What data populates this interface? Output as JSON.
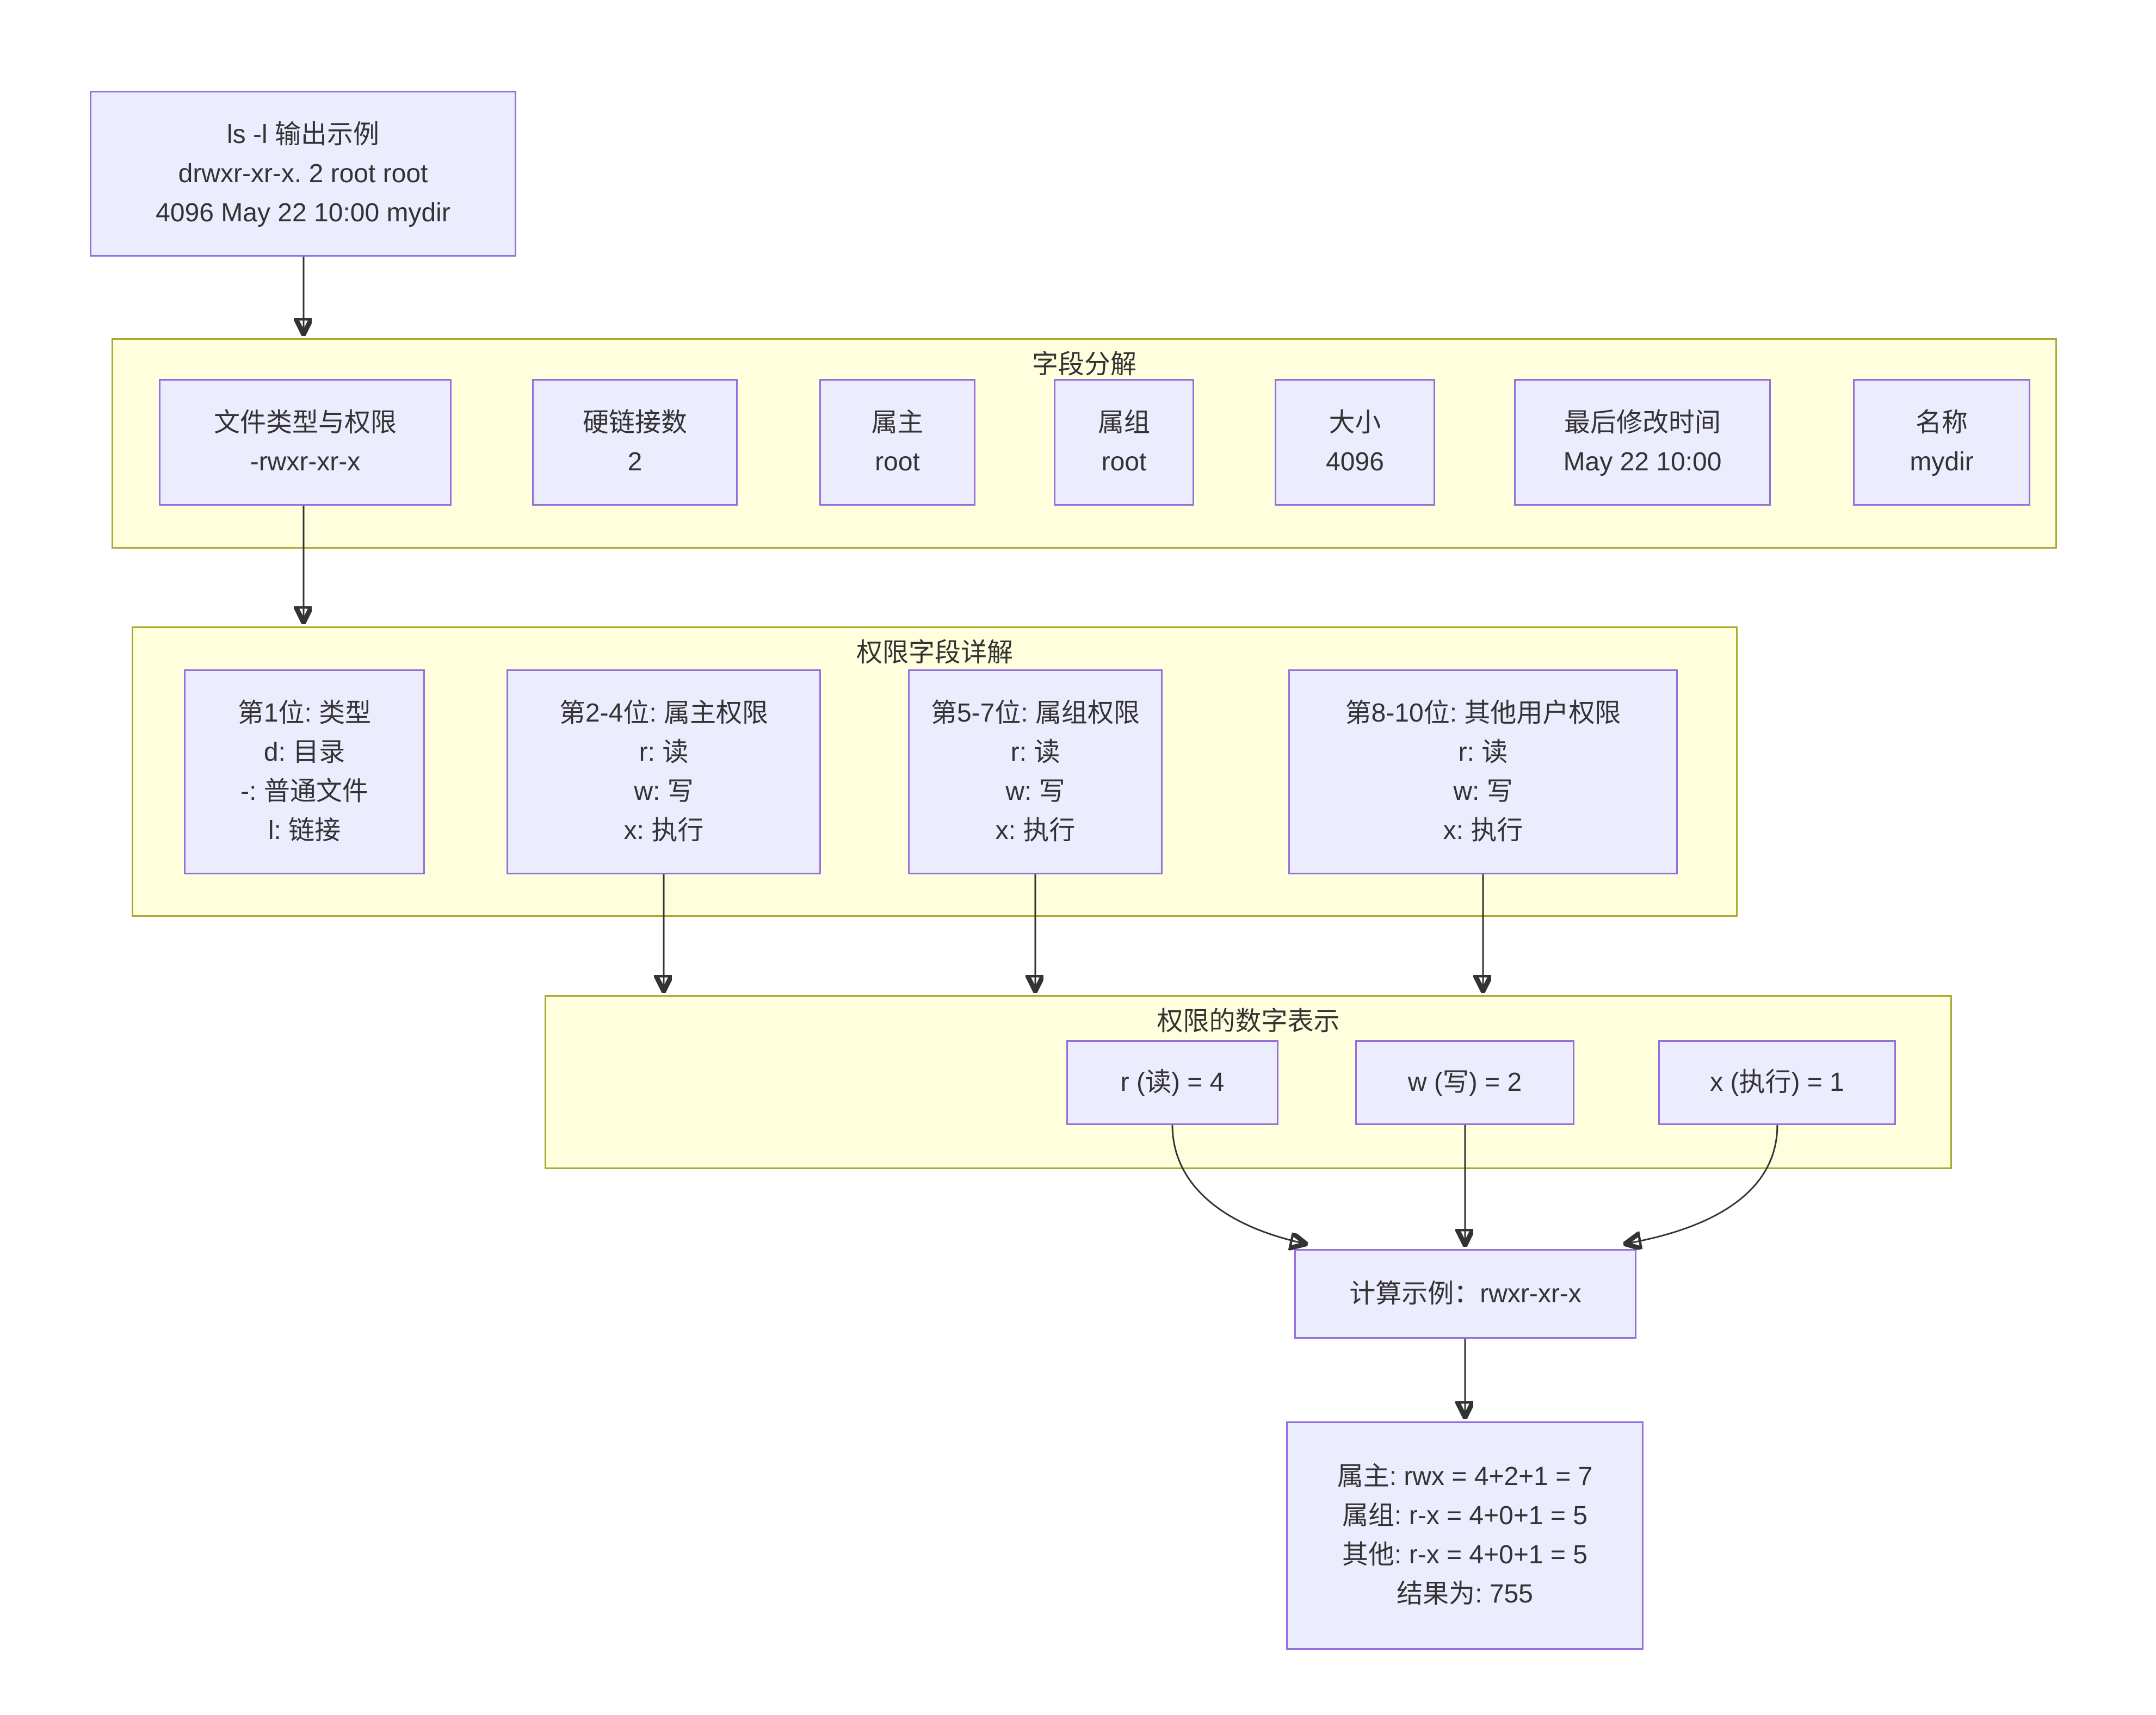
{
  "diagram": {
    "top_node": {
      "lines": [
        "ls -l 输出示例",
        "drwxr-xr-x. 2 root root",
        "4096 May 22 10:00 mydir"
      ]
    },
    "clusters": [
      {
        "title": "字段分解",
        "nodes": [
          {
            "lines": [
              "文件类型与权限",
              "-rwxr-xr-x"
            ]
          },
          {
            "lines": [
              "硬链接数",
              "2"
            ]
          },
          {
            "lines": [
              "属主",
              "root"
            ]
          },
          {
            "lines": [
              "属组",
              "root"
            ]
          },
          {
            "lines": [
              "大小",
              "4096"
            ]
          },
          {
            "lines": [
              "最后修改时间",
              "May 22 10:00"
            ]
          },
          {
            "lines": [
              "名称",
              "mydir"
            ]
          }
        ]
      },
      {
        "title": "权限字段详解",
        "nodes": [
          {
            "lines": [
              "第1位: 类型",
              "d: 目录",
              "-: 普通文件",
              "l: 链接"
            ]
          },
          {
            "lines": [
              "第2-4位: 属主权限",
              "r: 读",
              "w: 写",
              "x: 执行"
            ]
          },
          {
            "lines": [
              "第5-7位: 属组权限",
              "r: 读",
              "w: 写",
              "x: 执行"
            ]
          },
          {
            "lines": [
              "第8-10位: 其他用户权限",
              "r: 读",
              "w: 写",
              "x: 执行"
            ]
          }
        ]
      },
      {
        "title": "权限的数字表示",
        "nodes": [
          {
            "lines": [
              "r (读) = 4"
            ]
          },
          {
            "lines": [
              "w (写) = 2"
            ]
          },
          {
            "lines": [
              "x (执行) = 1"
            ]
          }
        ]
      }
    ],
    "calc_node": {
      "lines": [
        "计算示例：rwxr-xr-x"
      ]
    },
    "result_node": {
      "lines": [
        "属主: rwx = 4+2+1 = 7",
        "属组: r-x = 4+0+1 = 5",
        "其他: r-x = 4+0+1 = 5",
        "结果为: 755"
      ]
    },
    "edges": [
      {
        "from": "ls-output",
        "to": "cluster-field-breakdown"
      },
      {
        "from": "file-type-permission",
        "to": "cluster-permission-detail"
      },
      {
        "from": "bits2-4-owner",
        "to": "cluster-numeric-representation"
      },
      {
        "from": "bits5-7-group",
        "to": "cluster-numeric-representation"
      },
      {
        "from": "bits8-10-others",
        "to": "cluster-numeric-representation"
      },
      {
        "from": "r-value",
        "to": "calc-example"
      },
      {
        "from": "w-value",
        "to": "calc-example"
      },
      {
        "from": "x-value",
        "to": "calc-example"
      },
      {
        "from": "calc-example",
        "to": "calc-result"
      }
    ],
    "colors": {
      "node_fill": "#ECECFF",
      "node_border": "#9370DB",
      "cluster_fill": "#FFFFDE",
      "cluster_border": "#AAAA33",
      "text": "#333333",
      "arrow": "#333333",
      "background": "#FFFFFF"
    }
  }
}
